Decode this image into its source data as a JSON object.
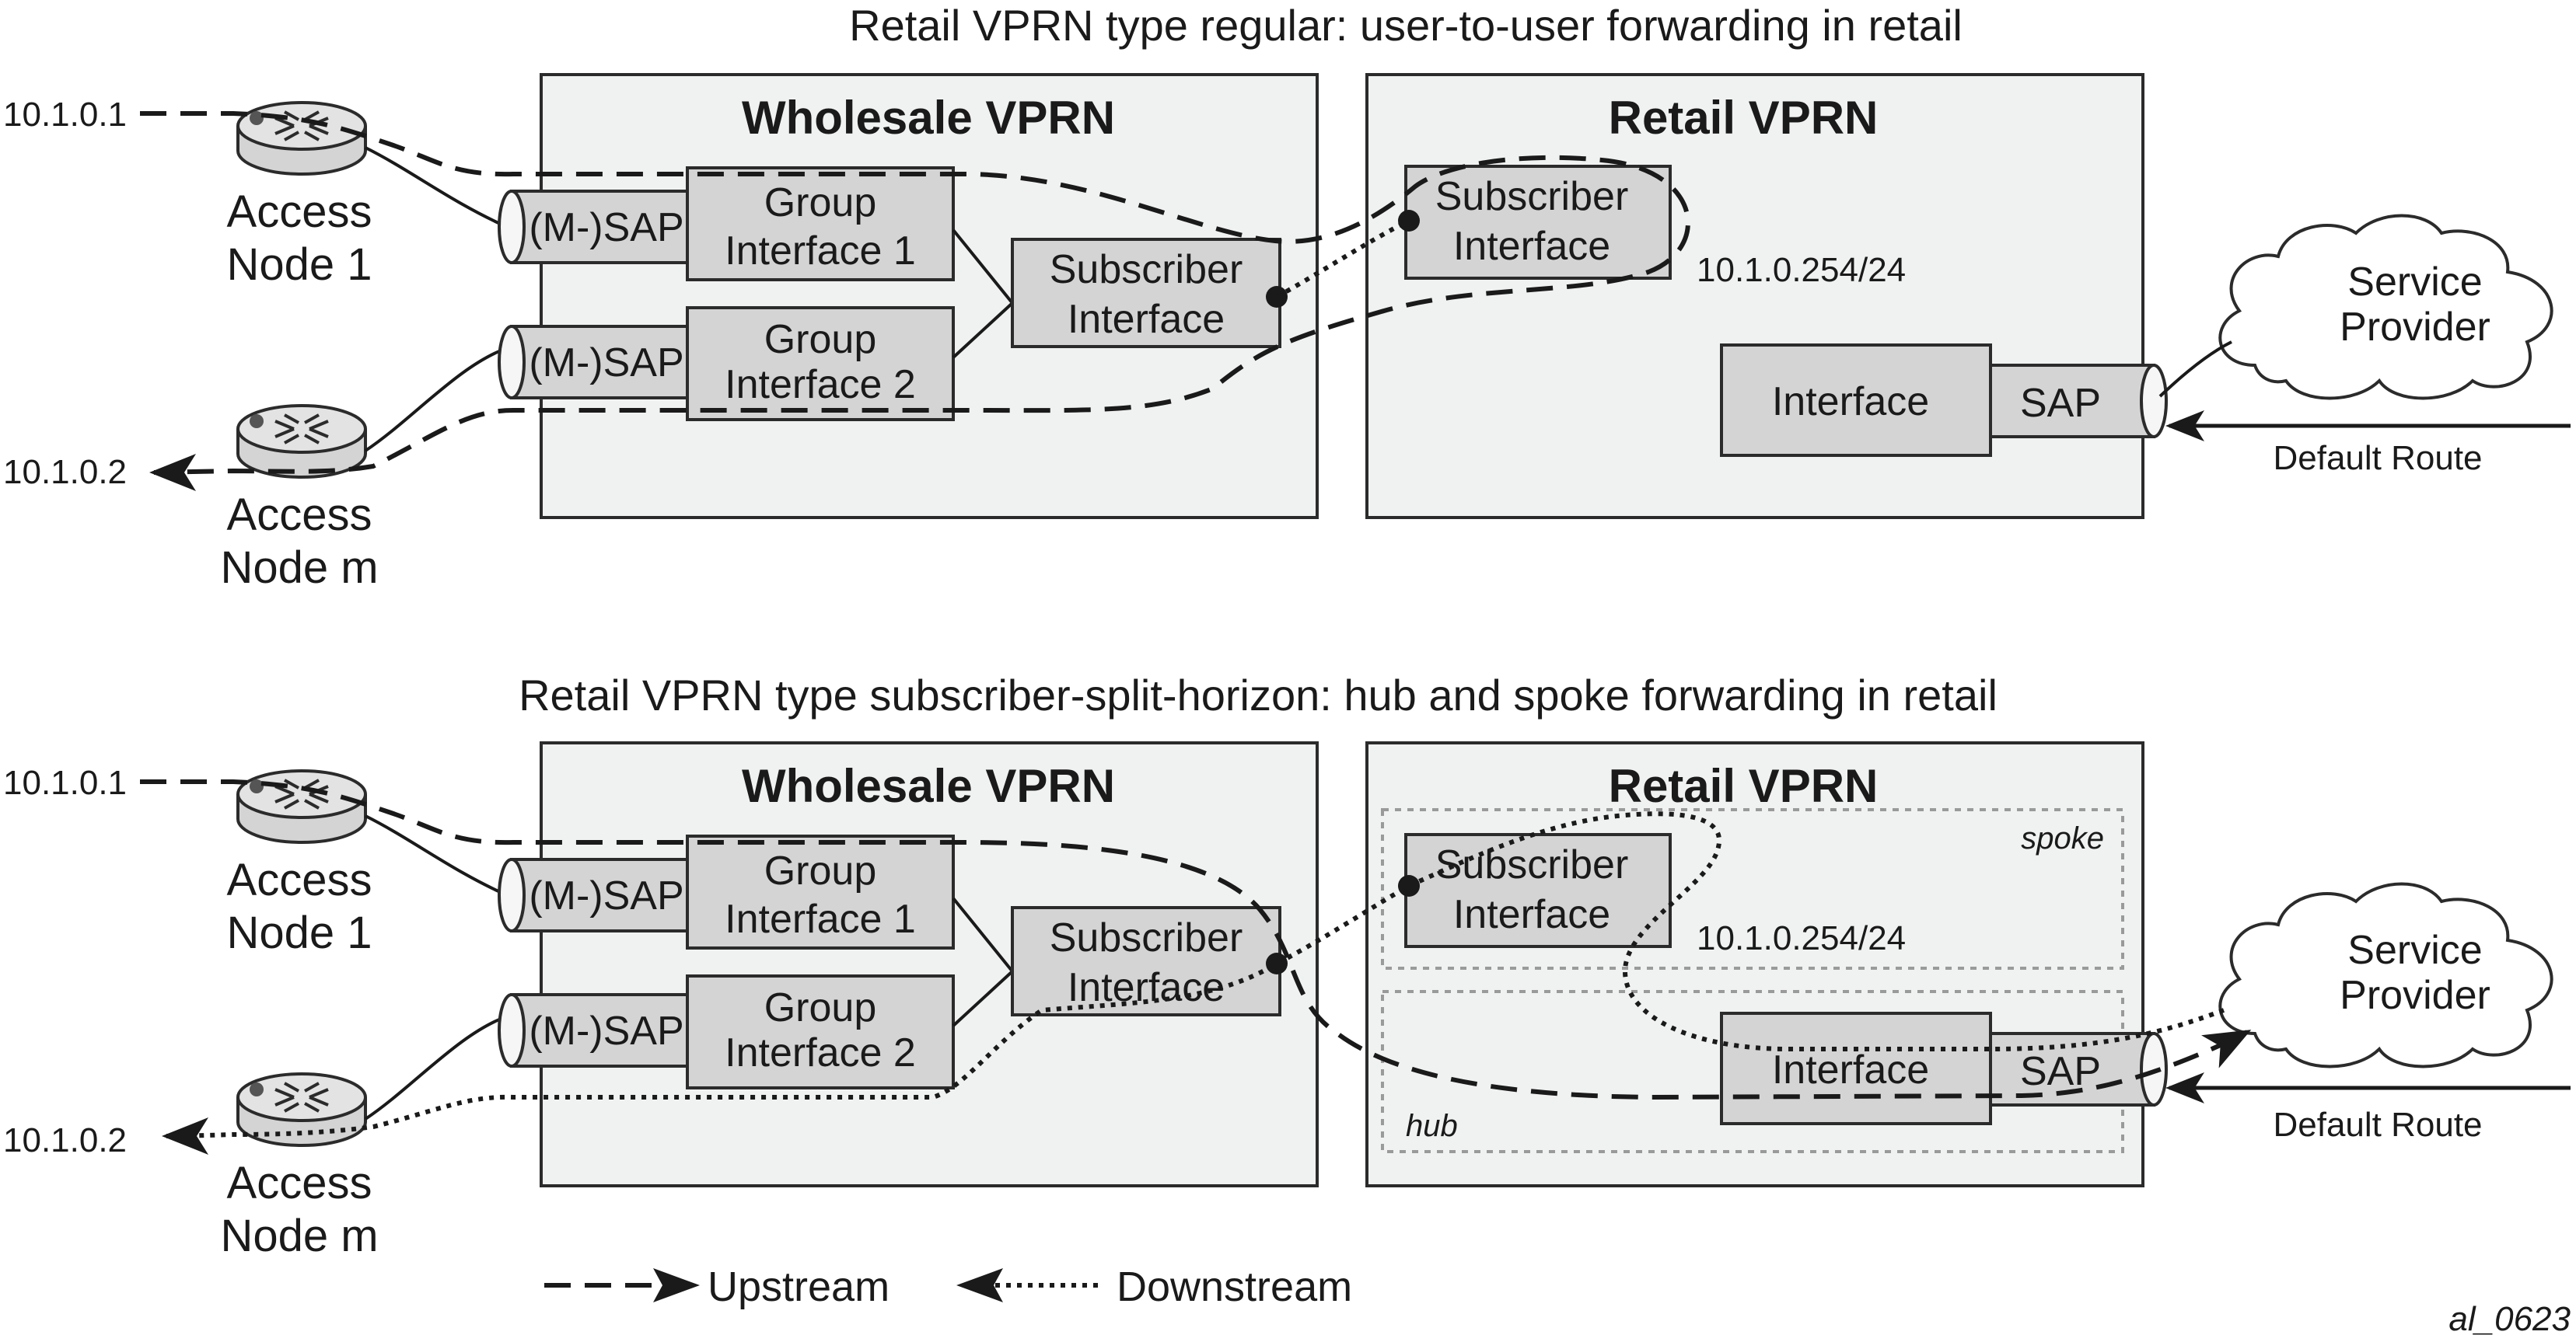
{
  "diagram": {
    "top": {
      "title": "Retail VPRN type regular: user-to-user forwarding in retail",
      "wholesale_title": "Wholesale VPRN",
      "retail_title": "Retail VPRN",
      "msap1": "(M-)SAP",
      "msap2": "(M-)SAP",
      "group1_line1": "Group",
      "group1_line2": "Interface 1",
      "group2_line1": "Group",
      "group2_line2": "Interface 2",
      "wsub_line1": "Subscriber",
      "wsub_line2": "Interface",
      "rsub_line1": "Subscriber",
      "rsub_line2": "Interface",
      "subnet": "10.1.0.254/24",
      "interface": "Interface",
      "sap": "SAP",
      "provider_line1": "Service",
      "provider_line2": "Provider",
      "default_route": "Default Route",
      "ip1": "10.1.0.1",
      "ip2": "10.1.0.2",
      "node1_line1": "Access",
      "node1_line2": "Node 1",
      "nodem_line1": "Access",
      "nodem_line2": "Node m"
    },
    "bottom": {
      "title": "Retail VPRN type subscriber-split-horizon: hub and spoke forwarding in retail",
      "wholesale_title": "Wholesale VPRN",
      "retail_title": "Retail VPRN",
      "msap1": "(M-)SAP",
      "msap2": "(M-)SAP",
      "group1_line1": "Group",
      "group1_line2": "Interface 1",
      "group2_line1": "Group",
      "group2_line2": "Interface 2",
      "wsub_line1": "Subscriber",
      "wsub_line2": "Interface",
      "rsub_line1": "Subscriber",
      "rsub_line2": "Interface",
      "subnet": "10.1.0.254/24",
      "spoke": "spoke",
      "hub": "hub",
      "interface": "Interface",
      "sap": "SAP",
      "provider_line1": "Service",
      "provider_line2": "Provider",
      "default_route": "Default Route",
      "ip1": "10.1.0.1",
      "ip2": "10.1.0.2",
      "node1_line1": "Access",
      "node1_line2": "Node 1",
      "nodem_line1": "Access",
      "nodem_line2": "Node m"
    },
    "legend": {
      "upstream": "Upstream",
      "downstream": "Downstream"
    },
    "figure_id": "al_0623"
  }
}
